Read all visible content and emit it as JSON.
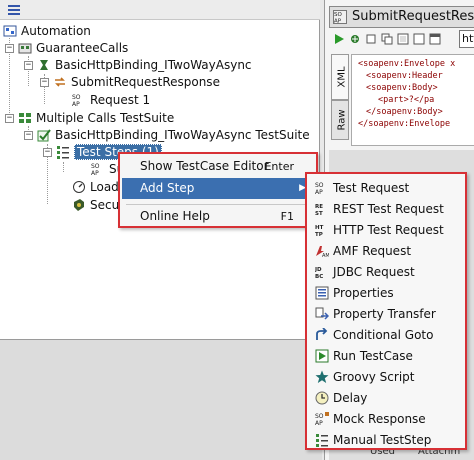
{
  "tree": {
    "root": "Automation",
    "items": [
      "GuaranteeCalls",
      "BasicHttpBinding_ITwoWayAsync",
      "SubmitRequestResponse",
      "Request 1",
      "Multiple Calls TestSuite",
      "BasicHttpBinding_ITwoWayAsync TestSuite",
      "Test Steps (1)",
      "Su",
      "Load",
      "Secu"
    ]
  },
  "editor": {
    "title": "SubmitRequestResp",
    "url_value": "htt",
    "side_tabs": [
      "XML",
      "Raw"
    ],
    "xml_lines": [
      "<soapenv:Envelope x",
      "<soapenv:Header",
      "<soapenv:Body>",
      "<part>?</pa",
      "</soapenv:Body>",
      "</soapenv:Envelope"
    ],
    "footer_labels": [
      "Used",
      "Attachm"
    ]
  },
  "context_menu": {
    "items": [
      {
        "label": "Show TestCase Editor",
        "shortcut": "Enter"
      },
      {
        "label": "Add Step",
        "shortcut": ""
      },
      {
        "label": "Online Help",
        "shortcut": "F1"
      }
    ],
    "submenu_arrow": "▶"
  },
  "add_step_menu": {
    "items": [
      {
        "label": "Test Request",
        "icon": "soap-request-icon"
      },
      {
        "label": "REST Test Request",
        "icon": "rest-icon"
      },
      {
        "label": "HTTP Test Request",
        "icon": "http-icon"
      },
      {
        "label": "AMF Request",
        "icon": "amf-icon"
      },
      {
        "label": "JDBC Request",
        "icon": "jdbc-icon"
      },
      {
        "label": "Properties",
        "icon": "properties-icon"
      },
      {
        "label": "Property Transfer",
        "icon": "property-transfer-icon"
      },
      {
        "label": "Conditional Goto",
        "icon": "conditional-goto-icon"
      },
      {
        "label": "Run TestCase",
        "icon": "run-testcase-icon"
      },
      {
        "label": "Groovy Script",
        "icon": "groovy-star-icon"
      },
      {
        "label": "Delay",
        "icon": "delay-clock-icon"
      },
      {
        "label": "Mock Response",
        "icon": "mock-response-icon"
      },
      {
        "label": "Manual TestStep",
        "icon": "manual-teststep-icon"
      }
    ]
  },
  "colors": {
    "menu_border": "#d73035",
    "selection": "#3b6fb0",
    "xml_tag": "#8b0000"
  }
}
